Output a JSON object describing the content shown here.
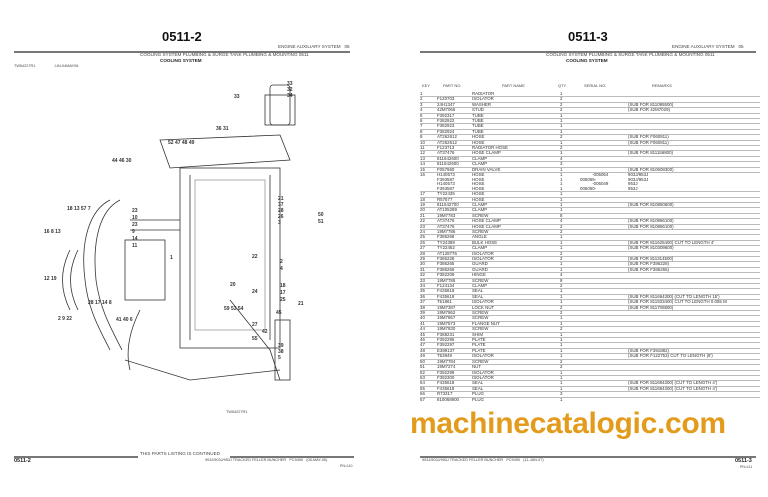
{
  "left_page": {
    "page_number": "0511-2",
    "section": "ENGINE AUXILIARY SYSTEM",
    "section_no": "05",
    "group_title": "COOLING SYSTEM PLUMBING & SURGE TANK PLUMBING & MOUNTING 0511",
    "subtitle": "COOLING SYSTEM",
    "figure_id": "TW54227R1",
    "figure_date": "-UN-04MAY06",
    "figure_footer_id": "TW54227R1",
    "callouts": [
      "33",
      "32",
      "34",
      "33",
      "36 31",
      "52 47 48 49",
      "44 46 30",
      "21",
      "37",
      "28",
      "26",
      "3",
      "50",
      "51",
      "18 13 57 7",
      "23",
      "10",
      "23",
      "9",
      "14",
      "16 8 13",
      "11",
      "1",
      "22",
      "2",
      "4",
      "12 19",
      "20",
      "24",
      "18",
      "17",
      "25",
      "28 17 14 8",
      "41 40 6",
      "59 53 54",
      "45",
      "27",
      "21",
      "2 9 22",
      "39",
      "38",
      "5",
      "55",
      "42"
    ],
    "continued": "THIS PARTS LISTING IS CONTINUED",
    "footer_model": "903J/903J/953J TRACKED FELLER BUNCHER",
    "footer_catalog": "PC9490",
    "footer_date": "(08-MAY-06)",
    "footer_pn": "PN=110",
    "footer_page": "0511-2"
  },
  "right_page": {
    "page_number": "0511-3",
    "section": "ENGINE AUXILIARY SYSTEM",
    "section_no": "05",
    "group_title": "COOLING SYSTEM PLUMBING & SURGE TANK PLUMBING & MOUNTING 0511",
    "subtitle": "COOLING SYSTEM",
    "headers": {
      "key": "KEY",
      "part": "PART NO.",
      "name": "PART NAME",
      "qty": "QTY.",
      "serial": "SERIAL NO.",
      "remarks": "REMARKS"
    },
    "rows": [
      [
        "1",
        "",
        "RADIATOR",
        "1",
        "",
        ""
      ],
      [
        "2",
        "F120703",
        "ISOLATOR",
        "2",
        "",
        ""
      ],
      [
        "3",
        "24H1347",
        "WASHER",
        "2",
        "",
        "(SUB FOR 811095500)"
      ],
      [
        "4",
        "42M7066",
        "STUD",
        "2",
        "",
        "(SUB FOR 42M7029)"
      ],
      [
        "5",
        "F392317",
        "TUBE",
        "1",
        "",
        ""
      ],
      [
        "6",
        "F382922",
        "TUBE",
        "1",
        "",
        ""
      ],
      [
        "7",
        "F382923",
        "TUBE",
        "1",
        "",
        ""
      ],
      [
        "8",
        "F382924",
        "TUBE",
        "1",
        "",
        ""
      ],
      [
        "9",
        "AT262612",
        "HOSE",
        "2",
        "",
        "(SUB FOR F060811)"
      ],
      [
        "10",
        "AT262612",
        "HOSE",
        "1",
        "",
        "(SUB FOR F060811)"
      ],
      [
        "11",
        "F123713",
        "RADIATOR HOSE",
        "2",
        "",
        ""
      ],
      [
        "12",
        "AT37476",
        "HOSE CLAMP",
        "1",
        "",
        "(SUB FOR 811156800)"
      ],
      [
        "13",
        "811642600",
        "CLAMP",
        "4",
        "",
        ""
      ],
      [
        "14",
        "811642600",
        "CLAMP",
        "3",
        "",
        ""
      ],
      [
        "15",
        "F057660",
        "DRAIN VALVE",
        "1",
        "",
        "(SUB FOR 810608300)"
      ],
      [
        "16",
        "H140573",
        "HOSE",
        "1",
        "          -005064",
        "903J/953J"
      ],
      [
        "",
        "F393587",
        "HOSE",
        "1",
        "005065-",
        "903J/953J"
      ],
      [
        "",
        "H140573",
        "HOSE",
        "1",
        "          -005049",
        "953J"
      ],
      [
        "",
        "F393587",
        "HOSE",
        "1",
        "005050-",
        "953J"
      ],
      [
        "17",
        "TY22435",
        "HOSE",
        "1",
        "",
        ""
      ],
      [
        "18",
        "R57577",
        "HOSE",
        "1",
        "",
        ""
      ],
      [
        "19",
        "811642700",
        "CLAMP",
        "1",
        "",
        "(SUB FOR 810850600)"
      ],
      [
        "20",
        "AT105289",
        "CLAMP",
        "1",
        "",
        ""
      ],
      [
        "21",
        "19M7783",
        "SCREW",
        "8",
        "",
        ""
      ],
      [
        "22",
        "AT37476",
        "HOSE CLAMP",
        "4",
        "",
        "(SUB FOR 810866100)"
      ],
      [
        "23",
        "AT37476",
        "HOSE CLAMP",
        "2",
        "",
        "(SUB FOR 810866100)"
      ],
      [
        "24",
        "19M7786",
        "SCREW",
        "2",
        "",
        ""
      ],
      [
        "25",
        "F386268",
        "ANGLE",
        "1",
        "",
        ""
      ],
      [
        "26",
        "TY24398",
        "BULK HOSE",
        "1",
        "",
        "(SUB FOR 811625400) CUT TO LENGTH 4'"
      ],
      [
        "27",
        "TY22462",
        "CLAMP",
        "1",
        "",
        "(SUB FOR 810309600)"
      ],
      [
        "28",
        "AT128776",
        "ISOLATOR",
        "2",
        "",
        ""
      ],
      [
        "29",
        "F386226",
        "ISOLATOR",
        "2",
        "",
        "(SUB FOR 811314500)"
      ],
      [
        "30",
        "F386265",
        "GUARD",
        "1",
        "",
        "(SUB FOR F386228)"
      ],
      [
        "31",
        "F386266",
        "GUARD",
        "1",
        "",
        "(SUB FOR F386265)"
      ],
      [
        "32",
        "F382209",
        "HINGE",
        "4",
        "",
        ""
      ],
      [
        "33",
        "19M7785",
        "SCREW",
        "8",
        "",
        ""
      ],
      [
        "34",
        "F124134",
        "CLAMP",
        "2",
        "",
        ""
      ],
      [
        "35",
        "F435818",
        "SEAL",
        "1",
        "",
        ""
      ],
      [
        "36",
        "F435618",
        "SEAL",
        "1",
        "",
        "(SUB FOR 811694300) (CUT TO LENGTH 15')"
      ],
      [
        "37",
        "T61861",
        "ISOLATOR",
        "1",
        "",
        "(SUB FOR 811933400) CUT TO LENGTH 0.055 M"
      ],
      [
        "38",
        "19M7387",
        "LOCK NUT",
        "2",
        "",
        "(SUB FOR 811706800)"
      ],
      [
        "39",
        "19M7862",
        "SCREW",
        "2",
        "",
        ""
      ],
      [
        "40",
        "19M7867",
        "SCREW",
        "1",
        "",
        ""
      ],
      [
        "41",
        "19M7573",
        "FLANGE NUT",
        "1",
        "",
        ""
      ],
      [
        "44",
        "19M7830",
        "SCREW",
        "2",
        "",
        ""
      ],
      [
        "45",
        "F388231",
        "SHIM",
        "1",
        "",
        ""
      ],
      [
        "46",
        "F392295",
        "PLATE",
        "1",
        "",
        ""
      ],
      [
        "47",
        "F392297",
        "PLATE",
        "1",
        "",
        ""
      ],
      [
        "48",
        "E399137",
        "PLATE",
        "1",
        "",
        "(SUB FOR F391882)"
      ],
      [
        "49",
        "T63949",
        "ISOLATOR",
        "1",
        "",
        "(SUB FOR F122753) CUT TO LENGTH (8')"
      ],
      [
        "50",
        "19M7784",
        "SCREW",
        "2",
        "",
        ""
      ],
      [
        "51",
        "19M7274",
        "NUT",
        "2",
        "",
        ""
      ],
      [
        "52",
        "F392299",
        "ISOLATOR",
        "1",
        "",
        ""
      ],
      [
        "53",
        "F392300",
        "ISOLATOR",
        "1",
        "",
        ""
      ],
      [
        "54",
        "F435618",
        "SEAL",
        "1",
        "",
        "(SUB FOR 811694300) (CUT TO LENGTH 4')"
      ],
      [
        "55",
        "F435618",
        "SEAL",
        "1",
        "",
        "(SUB FOR 811694300) (CUT TO LENGTH 4')"
      ],
      [
        "56",
        "R73317",
        "PLUG",
        "3",
        "",
        ""
      ],
      [
        "57",
        "810068900",
        "PLUG",
        "1",
        "",
        ""
      ]
    ],
    "footer_model": "903J/903J/953J TRACKED FELLER BUNCHER",
    "footer_catalog": "PC9490",
    "footer_date": "(11-JAN-07)",
    "footer_pn": "PN=111",
    "footer_page": "0511-3"
  },
  "watermark": "machinecatalogic.com",
  "colors": {
    "watermark": "#e39b1c"
  }
}
